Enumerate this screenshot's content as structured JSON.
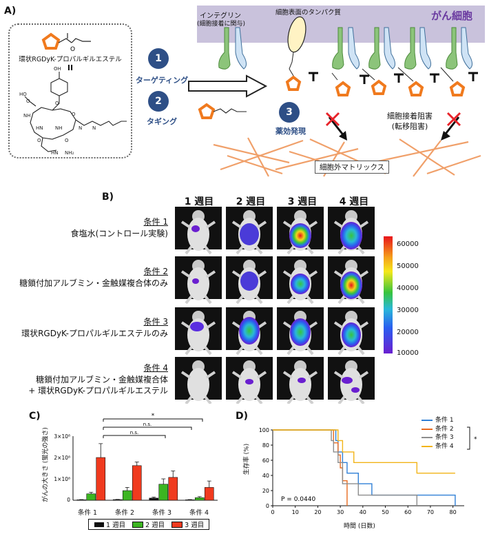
{
  "panelA": {
    "label": "A)",
    "compound_name": "環状RGDyK-プロパルギルエステル",
    "equals": "II",
    "steps": [
      {
        "num": "1",
        "label": "ターゲティング"
      },
      {
        "num": "2",
        "label": "タギング"
      },
      {
        "num": "3",
        "label": "薬効発現"
      }
    ],
    "integrin_label": "インテグリン",
    "integrin_sub": "(細胞接着に関与)",
    "protein_label": "細胞表面のタンパク質",
    "cancer_cell": "がん細胞",
    "adhesion_block": "細胞接着阻害",
    "metastasis_block": "(転移阻害)",
    "ecm": "細胞外マトリックス",
    "colors": {
      "membrane": "#c9c2dc",
      "integrin": "#8cc47a",
      "integrin2": "#7fb0d8",
      "pentagon": "#f07a1e",
      "accent_blue": "#2e4f86",
      "cancer_title": "#6a3aa0"
    }
  },
  "panelB": {
    "label": "B)",
    "weeks": [
      "1 週目",
      "2 週目",
      "3 週目",
      "4 週目"
    ],
    "conditions": [
      {
        "title": "条件 1",
        "desc": "食塩水(コントロール実験)"
      },
      {
        "title": "条件 2",
        "desc": "糖鎖付加アルブミン・金触媒複合体のみ"
      },
      {
        "title": "条件 3",
        "desc": "環状RGDyK-プロパルギルエステルのみ"
      },
      {
        "title": "条件 4",
        "desc": "糖鎖付加アルブミン・金触媒複合体",
        "desc2": "+ 環状RGDyK-プロパルギルエステル"
      }
    ],
    "colorbar_ticks": [
      "60000",
      "50000",
      "40000",
      "30000",
      "20000",
      "10000"
    ]
  },
  "panelC": {
    "label": "C)",
    "ylabel": "がんの大きさ (蛍光の強さ)",
    "yticks": [
      "3×10⁸",
      "2×10⁸",
      "1×10⁸",
      "0"
    ],
    "sig_labels": [
      "*",
      "n.s.",
      "n.s."
    ],
    "legend": [
      "1 週目",
      "2 週目",
      "3 週目"
    ],
    "colors": [
      "#111111",
      "#3cb521",
      "#f03a1e"
    ],
    "chart_data": {
      "type": "bar",
      "categories": [
        "条件 1",
        "条件 2",
        "条件 3",
        "条件 4"
      ],
      "series": [
        {
          "name": "1 週目",
          "values": [
            0.02,
            0.03,
            0.1,
            0.02
          ],
          "errors": [
            0.01,
            0.01,
            0.05,
            0.01
          ]
        },
        {
          "name": "2 週目",
          "values": [
            0.3,
            0.45,
            0.75,
            0.12
          ],
          "errors": [
            0.07,
            0.15,
            0.25,
            0.05
          ]
        },
        {
          "name": "3 週目",
          "values": [
            2.0,
            1.62,
            1.07,
            0.6
          ],
          "errors": [
            0.65,
            0.17,
            0.3,
            0.3
          ]
        }
      ],
      "ylim": [
        0,
        3
      ],
      "unit": "×10⁸"
    }
  },
  "panelD": {
    "label": "D)",
    "ylabel": "生存率 (%)",
    "xlabel": "時間 (日数)",
    "pvalue": "P = 0.0440",
    "sig": "*",
    "xticks": [
      "0",
      "10",
      "20",
      "30",
      "40",
      "50",
      "60",
      "70",
      "80"
    ],
    "yticks": [
      "100",
      "80",
      "60",
      "40",
      "20",
      "0"
    ],
    "legend": [
      "条件 1",
      "条件 2",
      "条件 3",
      "条件 4"
    ],
    "colors": [
      "#2f7fd6",
      "#e86a1e",
      "#8c8c8c",
      "#f2b417"
    ],
    "chart_data": {
      "type": "line",
      "xlim": [
        0,
        85
      ],
      "ylim": [
        0,
        100
      ],
      "series": [
        {
          "name": "条件 1",
          "x": [
            0,
            27,
            28,
            29,
            31,
            33,
            38,
            44,
            81
          ],
          "y": [
            100,
            100,
            86,
            71,
            57,
            43,
            29,
            14,
            0
          ]
        },
        {
          "name": "条件 2",
          "x": [
            0,
            26,
            27,
            29,
            30,
            31,
            33,
            33
          ],
          "y": [
            100,
            100,
            83,
            67,
            50,
            33,
            17,
            0
          ]
        },
        {
          "name": "条件 3",
          "x": [
            0,
            25,
            26,
            27,
            29,
            31,
            38,
            64
          ],
          "y": [
            100,
            100,
            86,
            71,
            57,
            29,
            14,
            0
          ]
        },
        {
          "name": "条件 4",
          "x": [
            0,
            28,
            29,
            31,
            36,
            64,
            81
          ],
          "y": [
            100,
            100,
            86,
            71,
            57,
            43,
            43
          ]
        }
      ]
    }
  }
}
